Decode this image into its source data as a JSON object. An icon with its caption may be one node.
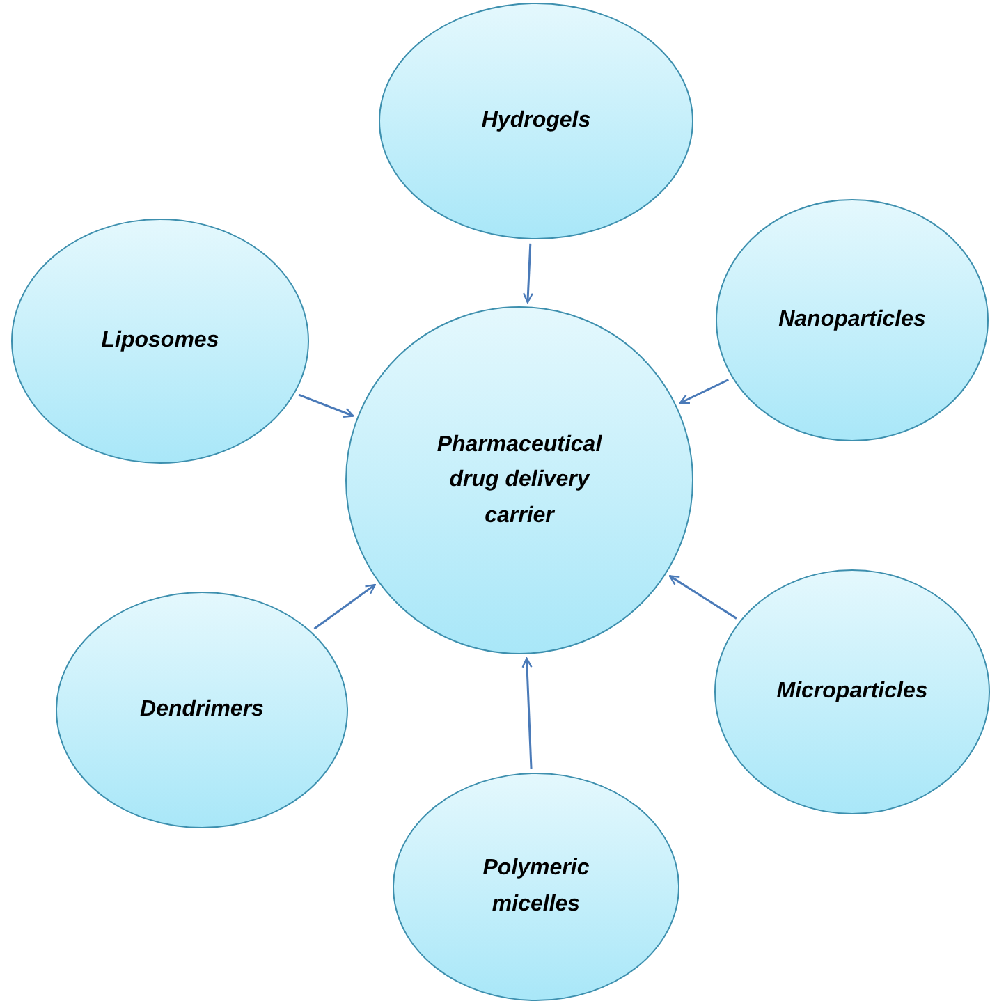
{
  "diagram": {
    "nodes": [
      {
        "text": [
          "Hydrogels"
        ]
      },
      {
        "text": [
          "Liposomes"
        ]
      },
      {
        "text": [
          "Nanoparticles"
        ]
      },
      {
        "text": [
          "Pharmaceutical drug delivery carrier"
        ]
      },
      {
        "text": [
          "Dendrimers"
        ]
      },
      {
        "text": [
          "Microparticles"
        ]
      },
      {
        "text": [
          "Polymeric micelles"
        ]
      }
    ],
    "edges": [
      {
        "from": 0,
        "to": 3,
        "arrow": "to"
      },
      {
        "from": 1,
        "to": 3,
        "arrow": "to"
      },
      {
        "from": 2,
        "to": 3,
        "arrow": "to"
      },
      {
        "from": 4,
        "to": 3,
        "arrow": "to"
      },
      {
        "from": 5,
        "to": 3,
        "arrow": "to"
      },
      {
        "from": 6,
        "to": 3,
        "arrow": "to"
      }
    ]
  }
}
